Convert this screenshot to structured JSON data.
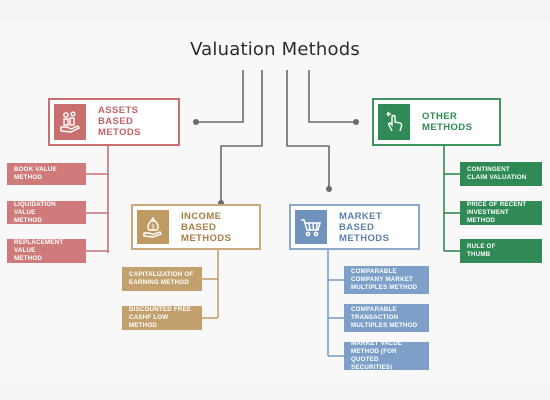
{
  "title": "Valuation Methods",
  "colors": {
    "assets": "#c87070",
    "income": "#c09a63",
    "market": "#6f93bd",
    "other": "#2f8a55",
    "connector": "#6b6b6b"
  },
  "categories": {
    "assets": {
      "label": "ASSETS\nBASED\nMETODS",
      "icon": "hand-with-coins-icon",
      "items": [
        "BOOK VALUE\nMETHOD",
        "LIQUIDATION VALUE\nMETHOD",
        "REPLACEMENT VALUE\nMETHOD"
      ]
    },
    "income": {
      "label": "INCOME\nBASED\nMETHODS",
      "icon": "hand-with-money-bag-icon",
      "items": [
        "CAPITALIZATION OF\nEARNING METHOD",
        "DISCOUNTED FREE\nCASHF LOW METHOD"
      ]
    },
    "market": {
      "label": "MARKET\nBASED\nMETHODS",
      "icon": "shopping-cart-icon",
      "items": [
        "COMPARABLE\nCOMPANY MARKET\nMULTIPLES METHOD",
        "COMPARABLE\nTRANSACTION\nMULTIPLES METHOD",
        "MARKET VALUE\nMETHOD (FOR QUOTED\nSECURITIES)"
      ]
    },
    "other": {
      "label": "OTHER\nMETHODS",
      "icon": "swipe-hand-icon",
      "items": [
        "CONTINGENT\nCLAIM VALUATION",
        "PRICE OF RECENT\nINVESTMENT METHOD",
        "RULE OF\nTHUMB"
      ]
    }
  }
}
